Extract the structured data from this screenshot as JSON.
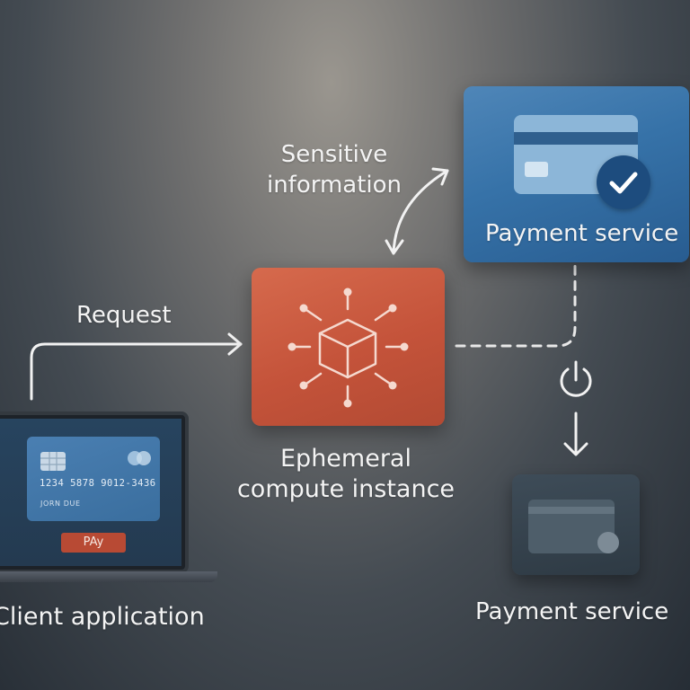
{
  "labels": {
    "sensitive_line1": "Sensitive",
    "sensitive_line2": "information",
    "request": "Request",
    "payment_service_top": "Payment service",
    "ephemeral_line1": "Ephemeral",
    "ephemeral_line2": "compute instance",
    "client_application": "Client application",
    "payment_service_bottom": "Payment service"
  },
  "card": {
    "number": "1234  5878  9012-3436",
    "holder": "JORN DUE",
    "pay_button": "PAy"
  },
  "colors": {
    "compute_box": "#c4533a",
    "payment_box": "#3672a8",
    "payment_box_bottom": "#2e3a44",
    "connector": "#f2f2f2"
  },
  "icons": {
    "compute": "cube-network-icon",
    "payment": "credit-card-check-icon",
    "power": "power-icon",
    "payment_bottom": "credit-card-icon"
  }
}
